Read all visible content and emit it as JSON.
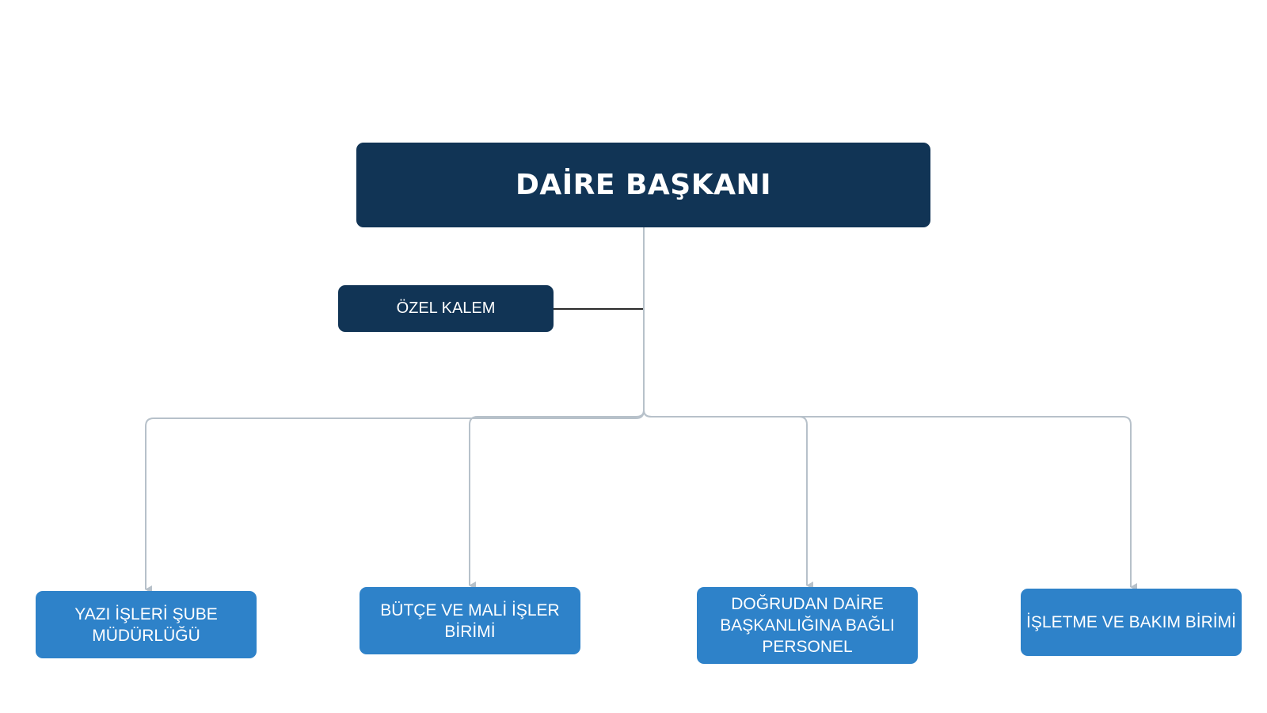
{
  "head": {
    "label": "DAİRE BAŞKANI"
  },
  "side": {
    "label": "ÖZEL KALEM"
  },
  "units": [
    {
      "label": "YAZI İŞLERİ ŞUBE MÜDÜRLÜĞÜ"
    },
    {
      "label": "BÜTÇE VE MALİ İŞLER BİRİMİ"
    },
    {
      "label": "DOĞRUDAN DAİRE BAŞKANLIĞINA BAĞLI PERSONEL"
    },
    {
      "label": "İŞLETME VE BAKIM BİRİMİ"
    }
  ],
  "colors": {
    "dark_navy": "#113455",
    "unit_blue": "#2e82c9",
    "connector": "#b7c1ca",
    "side_connector": "#2b2b2b",
    "background": "#ffffff"
  }
}
